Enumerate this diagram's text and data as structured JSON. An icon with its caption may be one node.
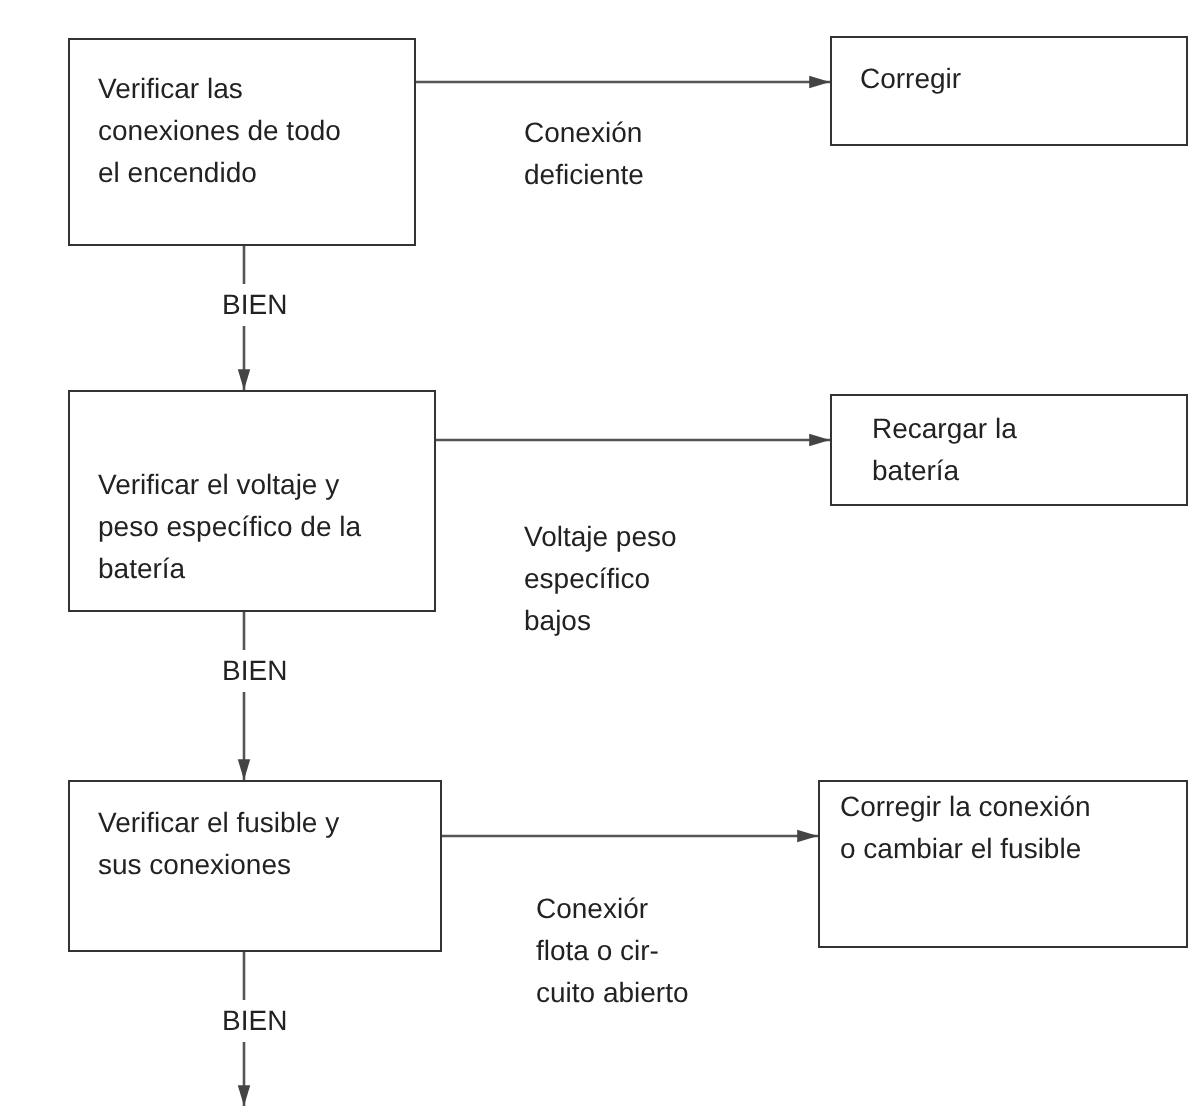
{
  "diagram": {
    "nodes": [
      {
        "text": [
          "Verificar las conexiones de todo el encendido"
        ]
      },
      {
        "text": [
          "Corregir"
        ]
      },
      {
        "text": [
          "Verificar el voltaje y peso específico de la batería"
        ]
      },
      {
        "text": [
          "Recargar la batería"
        ]
      },
      {
        "text": [
          "Verificar el fusible y sus conexiones"
        ]
      },
      {
        "text": [
          "Corregir la conexión o cambiar el fusible"
        ]
      }
    ],
    "edges": [
      {
        "from": 0,
        "to": 1,
        "arrow": "to",
        "label": "Conexión deficiente"
      },
      {
        "from": 0,
        "to": 2,
        "arrow": "to",
        "label": "BIEN"
      },
      {
        "from": 2,
        "to": 3,
        "arrow": "to",
        "label": "Voltaje peso específico bajos"
      },
      {
        "from": 2,
        "to": 4,
        "arrow": "to",
        "label": "BIEN"
      },
      {
        "from": 4,
        "to": 5,
        "arrow": "to",
        "label": "Conexiór flota o cir- cuito abierto"
      },
      {
        "from": 4,
        "to": null,
        "arrow": "to",
        "label": "BIEN"
      }
    ]
  }
}
